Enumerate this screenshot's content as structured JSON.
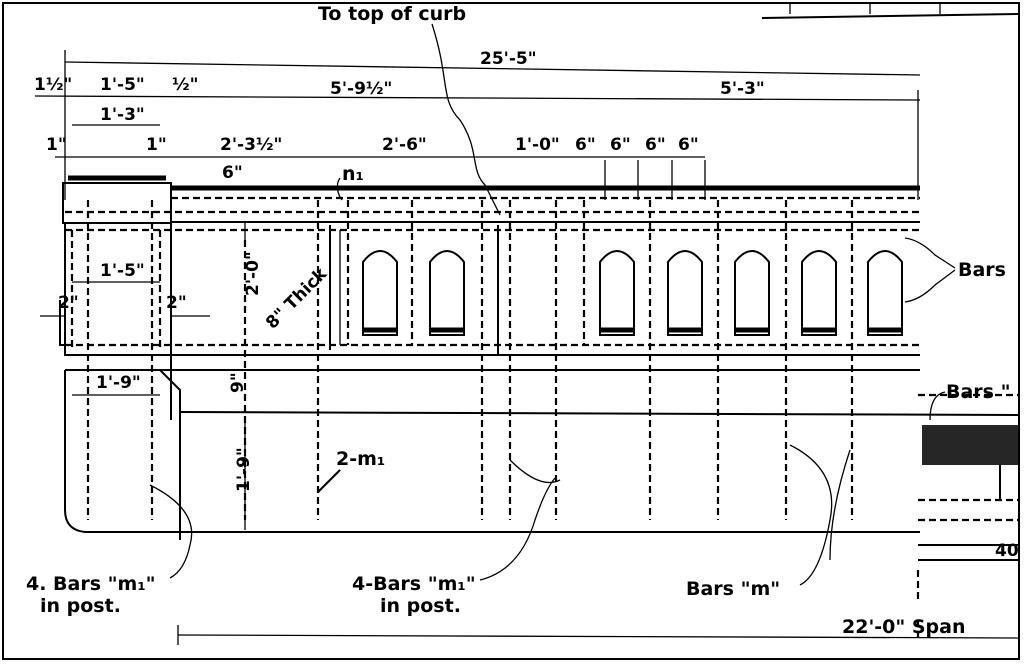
{
  "drawing": {
    "top_note": "To top of curb",
    "overall_dim": "25'-5\"",
    "dims_row1": [
      "1½\"",
      "1'-5\"",
      "½\"",
      "5'-9½\"",
      "5'-3\""
    ],
    "dim_1_3": "1'-3\"",
    "dims_row3": [
      "1\"",
      "1\"",
      "2'-3½\"",
      "2'-6\"",
      "1'-0\"",
      "6\"",
      "6\"",
      "6\"",
      "6\""
    ],
    "bar_n1": "n₁",
    "dim_6": "6\"",
    "dim_2_0": "2'-0\"",
    "thick_note": "8\" Thick",
    "dim_post_1_5": "1'-5\"",
    "dim_2_left": "2\"",
    "dim_2_right": "2\"",
    "dim_1_9": "1'-9\"",
    "dim_9": "9\"",
    "dim_1_9_vert": "1'-9\"",
    "bar_2m1": "2-m₁",
    "bars_right_upper": "Bars",
    "bars_right_lower": "Bars \"",
    "dim_40": "40",
    "callouts": {
      "post_bars_left_1": "4. Bars \"m₁\"",
      "post_bars_left_2": "in post.",
      "post_bars_mid_1": "4-Bars \"m₁\"",
      "post_bars_mid_2": "in post.",
      "bars_m": "Bars \"m\""
    },
    "span": "22'-0\" Span"
  }
}
